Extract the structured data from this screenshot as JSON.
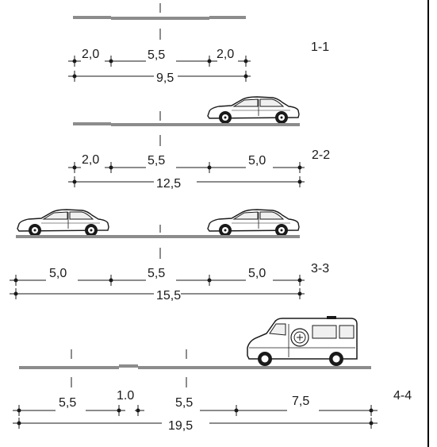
{
  "sections": [
    {
      "id": "1-1",
      "label": "1-1",
      "segments": [
        "2,0",
        "5,5",
        "2,0"
      ],
      "total": "9,5"
    },
    {
      "id": "2-2",
      "label": "2-2",
      "segments": [
        "2,0",
        "5,5",
        "5,0"
      ],
      "total": "12,5"
    },
    {
      "id": "3-3",
      "label": "3-3",
      "segments": [
        "5,0",
        "5,5",
        "5,0"
      ],
      "total": "15,5"
    },
    {
      "id": "4-4",
      "label": "4-4",
      "segments": [
        "5,5",
        "1.0",
        "5,5",
        "7,5"
      ],
      "total": "19,5"
    }
  ],
  "vehicles": [
    {
      "section": "2-2",
      "type": "car",
      "name": "car-icon"
    },
    {
      "section": "3-3",
      "type": "car",
      "name": "car-icon"
    },
    {
      "section": "3-3",
      "type": "car",
      "name": "car-icon"
    },
    {
      "section": "4-4",
      "type": "ambulance",
      "name": "ambulance-icon"
    }
  ],
  "colors": {
    "road": "#8c8c8c",
    "line": "#1a1a1a",
    "frame": "#000000"
  }
}
